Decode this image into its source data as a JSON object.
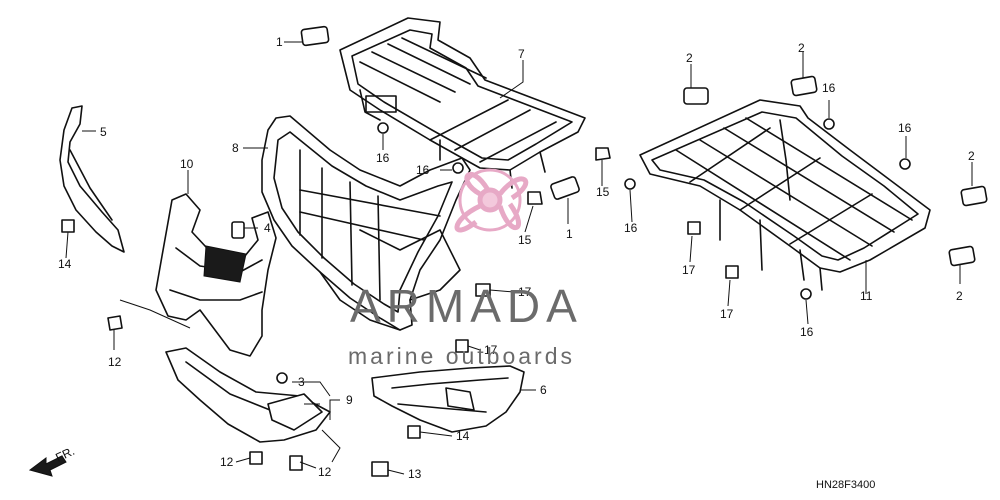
{
  "diagram_code": "HN28F3400",
  "direction_label": "FR.",
  "watermark": {
    "title": "ARMADA",
    "subtitle": "marine outboards",
    "accent_color": "#e7a9c6",
    "text_color": "#6b6b6b"
  },
  "callouts": [
    "1",
    "1",
    "2",
    "2",
    "2",
    "2",
    "4",
    "5",
    "6",
    "7",
    "8",
    "9",
    "10",
    "11",
    "12",
    "12",
    "12",
    "13",
    "14",
    "14",
    "15",
    "15",
    "16",
    "16",
    "16",
    "16",
    "16",
    "16",
    "17",
    "17",
    "17",
    "17",
    "3"
  ]
}
